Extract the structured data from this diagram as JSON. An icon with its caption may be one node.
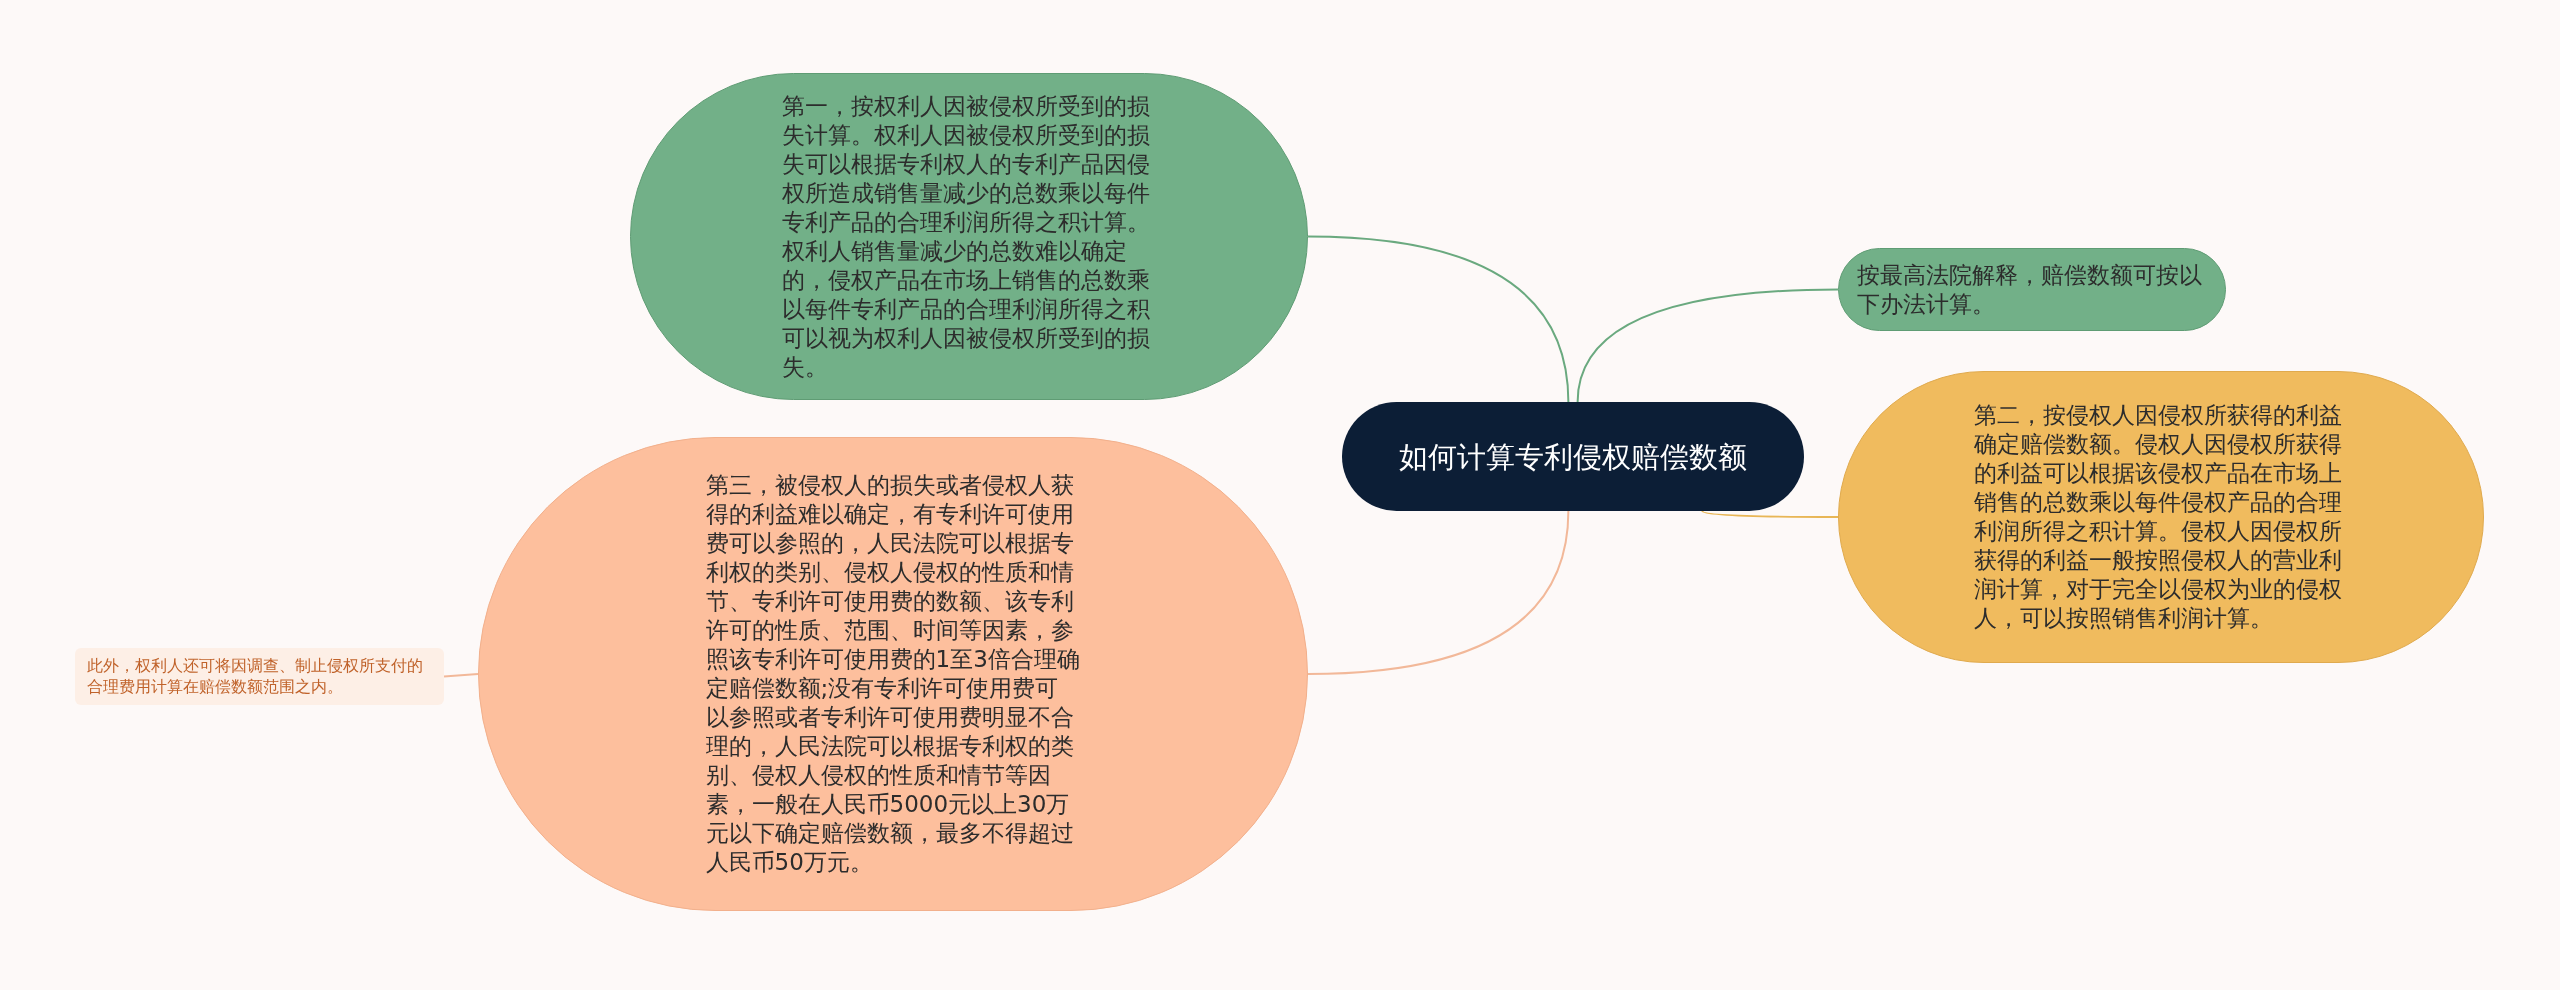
{
  "diagram": {
    "nodes": [
      {
        "text": [
          "如何计算专利侵权赔偿数额"
        ]
      },
      {
        "text": [
          "第一，按权利人因被侵权所受到的损失计算。权利人因被侵权所受到的损失可以根据专利权人的专利产品因侵权所造成销售量减少的总数乘以每件专利产品的合理利润所得之积计算。权利人销售量减少的总数难以确定的，侵权产品在市场上销售的总数乘以每件专利产品的合理利润所得之积可以视为权利人因被侵权所受到的损失。"
        ]
      },
      {
        "text": [
          "按最高法院解释，赔偿数额可按以下办法计算。"
        ]
      },
      {
        "text": [
          "第二，按侵权人因侵权所获得的利益确定赔偿数额。侵权人因侵权所获得的利益可以根据该侵权产品在市场上销售的总数乘以每件侵权产品的合理利润所得之积计算。侵权人因侵权所获得的利益一般按照侵权人的营业利润计算，对于完全以侵权为业的侵权人，可以按照销售利润计算。"
        ]
      },
      {
        "text": [
          "第三，被侵权人的损失或者侵权人获得的利益难以确定，有专利许可使用费可以参照的，人民法院可以根据专利权的类别、侵权人侵权的性质和情节、专利许可使用费的数额、该专利许可的性质、范围、时间等因素，参照该专利许可使用费的1至3倍合理确定赔偿数额;没有专利许可使用费可以参照或者专利许可使用费明显不合理的，人民法院可以根据专利权的类别、侵权人侵权的性质和情节等因素，一般在人民币5000元以上30万元以下确定赔偿数额，最多不得超过人民币50万元。"
        ]
      },
      {
        "text": [
          "此外，权利人还可将因调查、制止侵权所支付的合理费用计算在赔偿数额范围之内。"
        ]
      }
    ],
    "edges": [
      {
        "from": 0,
        "to": 1,
        "arrow": "none",
        "color": "#6aa97f"
      },
      {
        "from": 0,
        "to": 2,
        "arrow": "none",
        "color": "#6aa97f"
      },
      {
        "from": 0,
        "to": 3,
        "arrow": "none",
        "color": "#e8b656"
      },
      {
        "from": 0,
        "to": 4,
        "arrow": "none",
        "color": "#f2b899"
      },
      {
        "from": 4,
        "to": 5,
        "arrow": "none",
        "color": "#f2b899"
      }
    ]
  }
}
